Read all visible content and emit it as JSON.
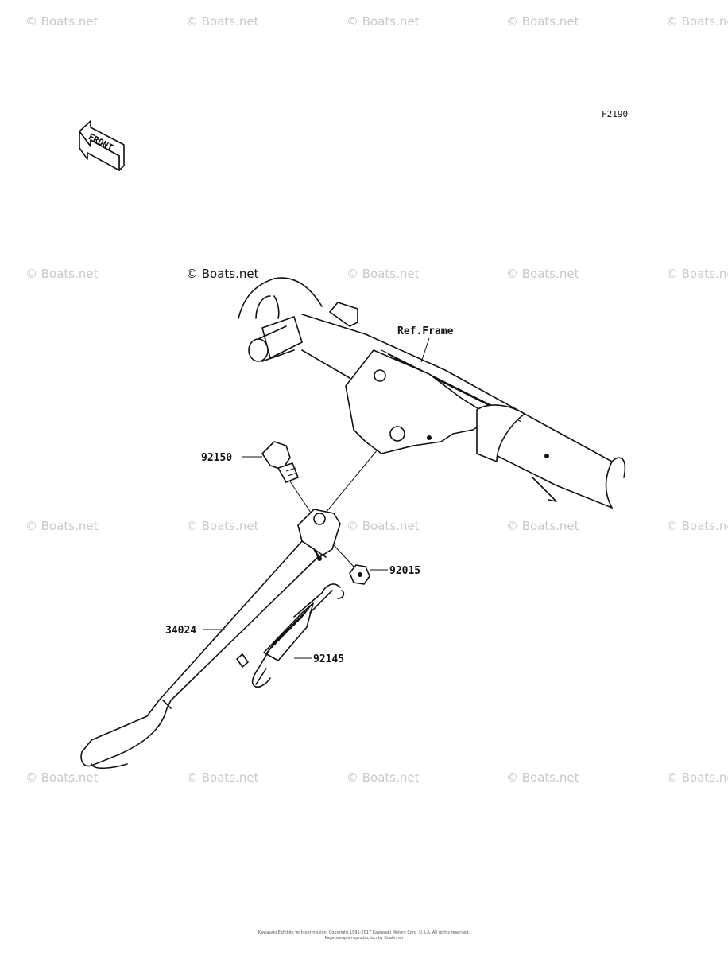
{
  "watermark": {
    "text": "© Boats.net"
  },
  "diagram": {
    "code": "F2190",
    "front_label": "FRONT"
  },
  "parts": {
    "ref_frame": "Ref.Frame",
    "bolt": "92150",
    "nut": "92015",
    "stand": "34024",
    "spring": "92145"
  },
  "footer": {
    "line1": "Kawasaki Exhibits with permission. Copyright 1995-2017 Kawasaki Motors Corp. U.S.A. All rights reserved.",
    "line2": "Page sample reproduction by Boats.net"
  }
}
